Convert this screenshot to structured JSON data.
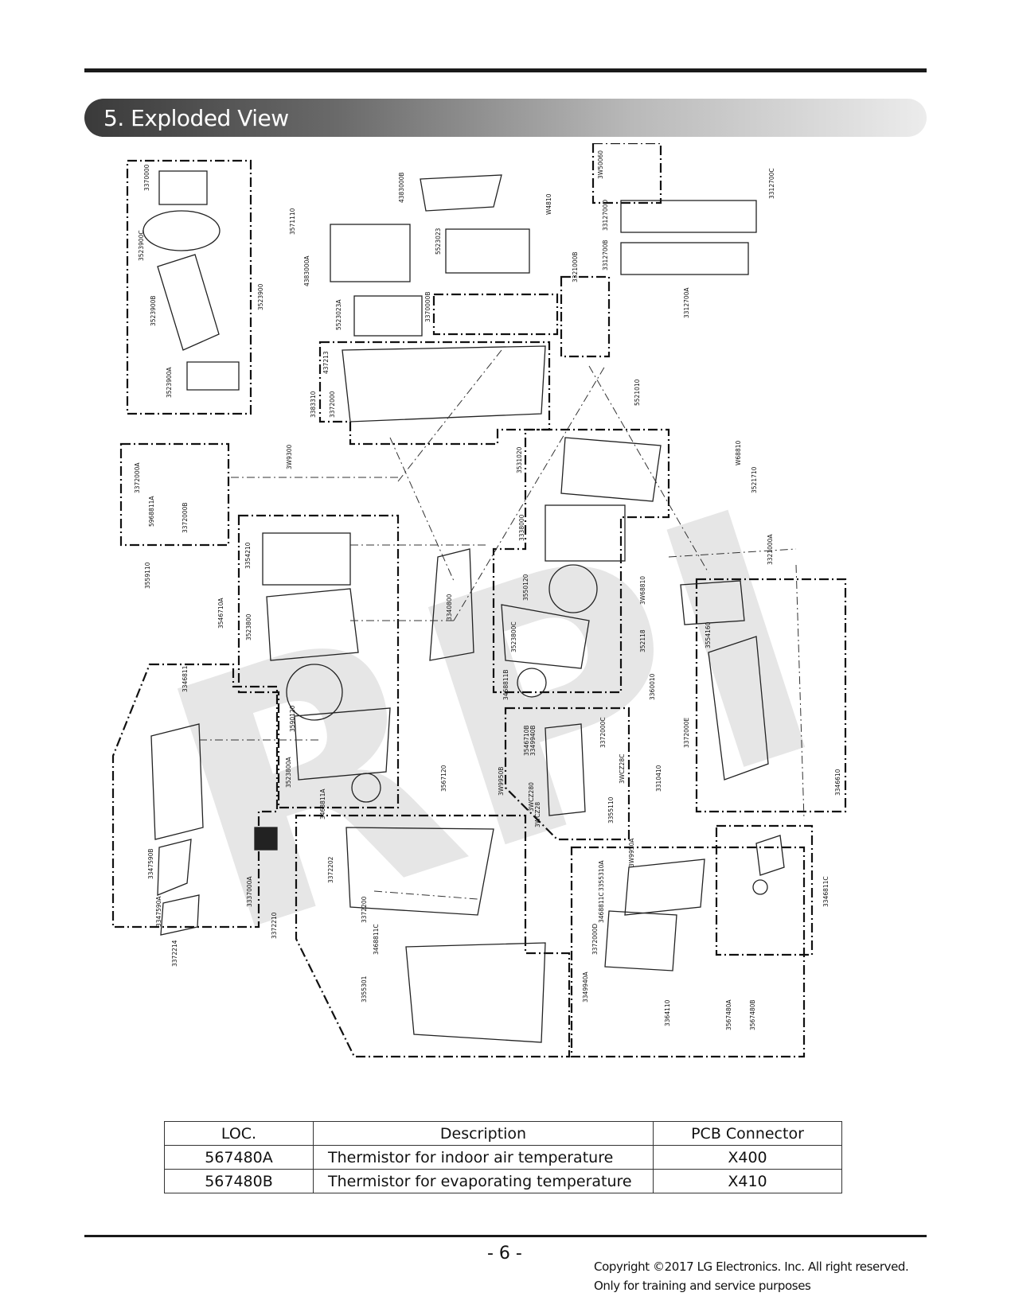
{
  "header": {
    "title": "5. Exploded View"
  },
  "diagram": {
    "watermark": "RPI",
    "part_labels": [
      "3370000",
      "3523900C",
      "3523900",
      "3523900B",
      "3523900A",
      "3571110",
      "4383000B",
      "4383000A",
      "5523023",
      "5523023A",
      "3370000B",
      "W4810",
      "3W50060",
      "3312700D",
      "3312700C",
      "3312700B",
      "3312700A",
      "3321000B",
      "437213",
      "3383310",
      "3372000",
      "5521010",
      "W68810",
      "3521710",
      "3372000A",
      "5968811A",
      "3372000B",
      "3559110",
      "3W9300",
      "3354210",
      "3546710A",
      "3523800",
      "3590120",
      "3523800A",
      "3468811A",
      "3567120",
      "3340800",
      "3531020",
      "3338000",
      "3550120",
      "3523800C",
      "3468811B",
      "3546710B",
      "3W9950B",
      "3349940B",
      "3372000C",
      "3WCZ280",
      "3WCZ28",
      "3WCZ28C",
      "3355110",
      "3W9950A",
      "3321000A",
      "3W68810",
      "3554160",
      "352118",
      "3360010",
      "3372000E",
      "3310410",
      "3346610",
      "3346811",
      "3347590B",
      "3347590A",
      "3372214",
      "3337000A",
      "3372202",
      "3372200",
      "3468811C",
      "3372210",
      "3355301",
      "3355310A",
      "3468811C",
      "3372000D",
      "3349940A",
      "3364110",
      "3567480A",
      "3567480B",
      "3346811C"
    ]
  },
  "table": {
    "headers": [
      "LOC.",
      "Description",
      "PCB Connector"
    ],
    "rows": [
      {
        "loc": "567480A",
        "description": "Thermistor for indoor air temperature",
        "connector": "X400"
      },
      {
        "loc": "567480B",
        "description": "Thermistor for evaporating temperature",
        "connector": "X410"
      }
    ]
  },
  "footer": {
    "page_number": "- 6 -",
    "copyright_line1": "Copyright ©2017 LG Electronics. Inc. All right reserved.",
    "copyright_line2": "Only for training and service purposes"
  }
}
